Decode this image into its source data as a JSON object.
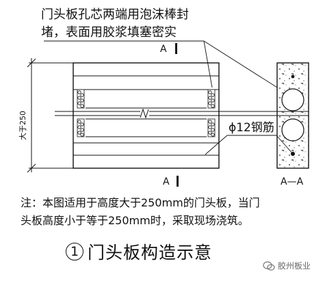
{
  "callouts": {
    "foam_seal_line1": "门头板孔芯两端用泡沫棒封",
    "foam_seal_line2": "堵，表面用胶浆填塞密实",
    "rebar": "ϕ12钢筋"
  },
  "section_marks": {
    "top": "A",
    "bottom": "A",
    "section_label": "A—A"
  },
  "dimension": {
    "label": "大于250"
  },
  "note": {
    "line1": "注：本图适用于高度大于250mm的门头板，当门",
    "line2": "头板高度小于等于250mm时，采取现场浇筑。"
  },
  "figure": {
    "number": "1",
    "title": "门头板构造示意"
  },
  "watermark": {
    "text": "胶州板业"
  }
}
